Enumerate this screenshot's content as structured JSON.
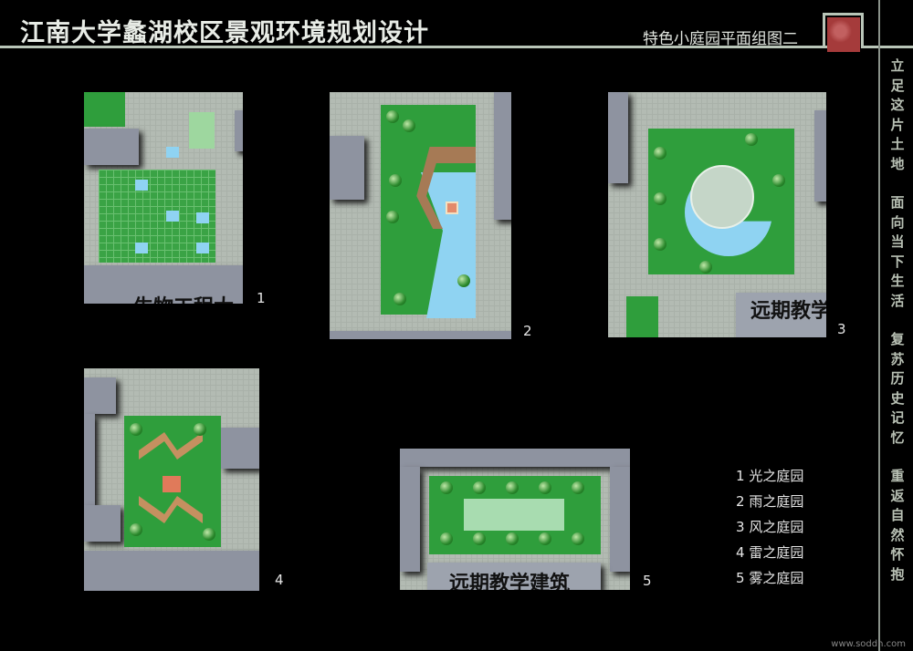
{
  "header": {
    "title": "江南大学蠡湖校区景观环境规划设计",
    "subtitle": "特色小庭园平面组图二"
  },
  "poem": [
    "立足这片土地",
    "面向当下生活",
    "复苏历史记忆",
    "重返自然怀抱"
  ],
  "plans": [
    {
      "number": "1",
      "label": "生物工程大"
    },
    {
      "number": "2"
    },
    {
      "number": "3",
      "label": "远期教学"
    },
    {
      "number": "4"
    },
    {
      "number": "5",
      "label": "远期教学建筑"
    }
  ],
  "legend": [
    {
      "number": "1",
      "name": "光之庭园"
    },
    {
      "number": "2",
      "name": "雨之庭园"
    },
    {
      "number": "3",
      "name": "风之庭园"
    },
    {
      "number": "4",
      "name": "雷之庭园"
    },
    {
      "number": "5",
      "name": "雾之庭园"
    }
  ],
  "footer": "www.soddn.com",
  "colors": {
    "background": "#000000",
    "seal": "#a53b3b",
    "grass": "#2f9e3c",
    "water": "#8fd3f2",
    "building": "#8e93a0"
  }
}
